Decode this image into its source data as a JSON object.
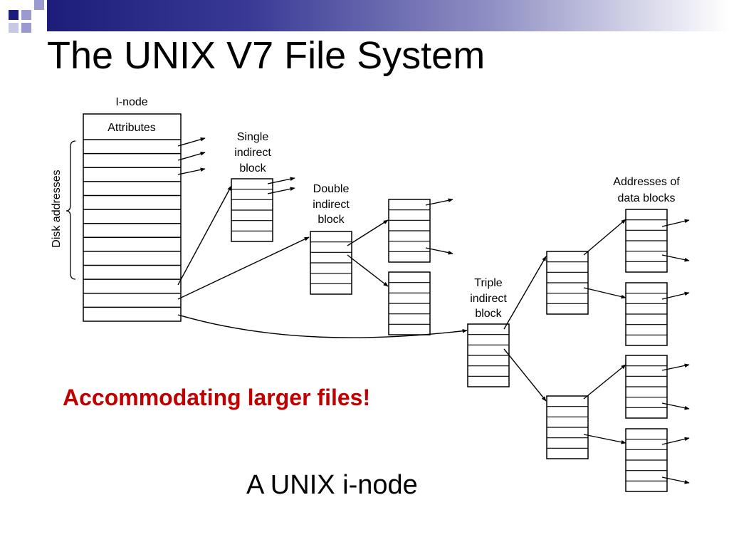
{
  "slide": {
    "title": "The UNIX V7 File System",
    "highlight": "Accommodating larger files!",
    "caption": "A UNIX i-node"
  },
  "colors": {
    "title_bar": "#1c1c7a",
    "highlight": "#c00000",
    "deco_dark": "#1c1c7a",
    "deco_light": "#9a9ad0"
  },
  "diagram": {
    "inode_label": "I-node",
    "attributes": "Attributes",
    "disk_addresses": "Disk addresses",
    "single_indirect": [
      "Single",
      "indirect",
      "block"
    ],
    "double_indirect": [
      "Double",
      "indirect",
      "block"
    ],
    "triple_indirect": [
      "Triple",
      "indirect",
      "block"
    ],
    "data_addresses": [
      "Addresses of",
      "data blocks"
    ]
  }
}
